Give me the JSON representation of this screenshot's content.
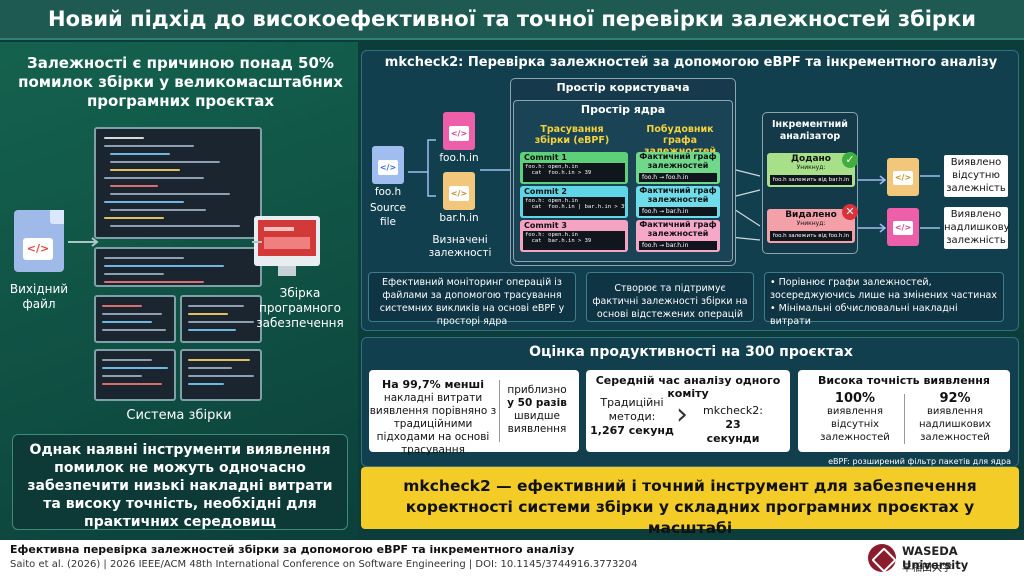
{
  "title": "Новий підхід до високоефективної та точної перевірки залежностей збірки",
  "left": {
    "headline": "Залежності є причиною понад 50% помилок збірки у великомасштабних програмних проєктах",
    "source_file_label": "Вихідний файл",
    "software_label": "Збірка програмного забезпечення",
    "build_system_label": "Система збірки",
    "bottom_text": "Однак наявні інструменти виявлення помилок не можуть одночасно забезпечити низькі накладні витрати та високу точність, необхідні для практичних середовищ"
  },
  "diagram": {
    "title": "mkcheck2: Перевірка залежностей за допомогою eBPF та інкрементного аналізу",
    "source": {
      "file_name": "foo.h",
      "label1": "Source",
      "label2": "file",
      "declared_files": [
        "foo.h.in",
        "bar.h.in"
      ],
      "declared_label": "Визначені залежності"
    },
    "user_space": "Простір користувача",
    "kernel_space": "Простір ядра",
    "col_trace": "Трасування збірки (eBPF)",
    "col_graph": "Побудовник графа залежностей",
    "commits": [
      {
        "name": "Commit 1",
        "code": "foo.h: open,h.in\n  cat  foo.h.in > 39"
      },
      {
        "name": "Commit 2",
        "code": "foo.h: open.h.in\n  cat  foo.h.in | bar.h.in > 39"
      },
      {
        "name": "Commit 3",
        "code": "foo.h: open.h.in\n  cat  bar.h.in > 39"
      }
    ],
    "graph_title": "Фактичний граф залежностей",
    "graphs": [
      {
        "from": "foo.h",
        "to": "foo.h.in"
      },
      {
        "from": "foo.h",
        "to": "bar.h.in"
      },
      {
        "from": "foo.h",
        "to": "bar.h.in"
      }
    ],
    "incremental": {
      "title": "Інкрементний аналізатор",
      "added": {
        "head": "Додано",
        "sub": "Уникнуд:",
        "body": "foo.h залежить від bar.h.in"
      },
      "removed": {
        "head": "Видалено",
        "sub": "Уникнуд:",
        "body": "foo.h залежить від foo.h.in"
      }
    },
    "outputs": [
      {
        "label": "Виявлено відсутню залежність"
      },
      {
        "label": "Виявлено надлишкову залежність"
      }
    ],
    "descriptions": {
      "d1": "Ефективний моніторинг операцій із файлами за допомогою трасування системних викликів на основі eBPF у просторі ядра",
      "d2": "Створює та підтримує фактичні залежності збірки на основі відстежених операцій",
      "d3": [
        "Порівнює графи залежностей, зосереджуючись лише на змінених частинах",
        "Мінімальні обчислювальні накладні витрати"
      ]
    },
    "colors": {
      "commit_green": "#5fd07a",
      "commit_cyan": "#5fd6e8",
      "commit_pink": "#f4a3c3",
      "graph_green": "#6fd88a",
      "graph_cyan": "#6fdcea",
      "graph_pink": "#f6a8c8",
      "added": "#a8e08a",
      "removed": "#f4a0a8",
      "check": "#3fae3f",
      "cross": "#d8323a",
      "file_yellow": "#f3c77b",
      "file_pink": "#ee5fa9",
      "file_blue": "#9fbdee"
    }
  },
  "performance": {
    "title": "Оцінка продуктивності на 300 проєктах",
    "overhead": {
      "highlight": "На 99,7% менші",
      "text": "накладні витрати виявлення порівняно з традиційними підходами на основі трасування",
      "faster_pre": "приблизно",
      "faster_highlight": "у 50 разів",
      "faster_post": "швидше виявлення"
    },
    "avg_time": {
      "title": "Середній час аналізу одного коміту",
      "traditional_label": "Традиційні методи:",
      "traditional_value": "1,267 секунд",
      "mk_label": "mkcheck2:",
      "mk_value": "23 секунди"
    },
    "accuracy": {
      "title": "Висока точність виявлення",
      "missing_value": "100%",
      "missing_label": "виявлення відсутніх залежностей",
      "redundant_value": "92%",
      "redundant_label": "виявлення надлишкових залежностей"
    },
    "note": "eBPF: розширений фільтр пакетів для ядра Linux"
  },
  "conclusion": "mkcheck2 — ефективний і точний інструмент для забезпечення коректності системи збірки у складних програмних проєктах у масштабі",
  "footer": {
    "paper_title": "Ефективна перевірка залежностей збірки за допомогою eBPF та інкрементного аналізу",
    "citation": "Saito et al. (2026) | 2026 IEEE/ACM 48th International Conference on Software Engineering | DOI: 10.1145/3744916.3773204",
    "university": "WASEDA University",
    "university_jp": "早稲田大学"
  }
}
